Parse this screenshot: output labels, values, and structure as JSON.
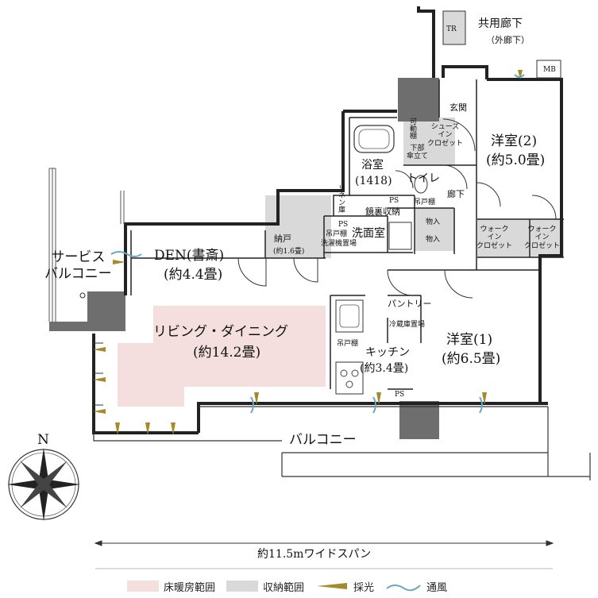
{
  "rooms": {
    "corridor": "共用廊下",
    "corridor_sub": "（外廊下）",
    "tr": "TR",
    "mb": "MB",
    "entrance": "玄関",
    "shoe_closet": "シューズ\nイン\nクロゼット",
    "movable_shelf": "可動棚",
    "lower_umbrella": "下部\n傘立て",
    "bath": "浴室",
    "bath_size": "(1418)",
    "toilet": "トイレ",
    "linen": "リネン庫",
    "ps": "PS",
    "mirror_storage": "鏡裏収納",
    "hanging_shelf": "吊戸棚",
    "washroom": "洗面室",
    "corridor_inner": "廊下",
    "storage_a": "物入",
    "storage_b": "物入",
    "western2": "洋室(2)",
    "western2_size": "(約5.0畳)",
    "walkin1": "ウォーク\nイン\nクロゼット",
    "walkin2": "ウォーク\nイン\nクロゼット",
    "den": "DEN(書斎)",
    "den_size": "(約4.4畳)",
    "closet": "納戸",
    "closet_size": "(約1.6畳)",
    "laundry_shelf": "吊戸棚",
    "laundry": "洗濯機置場",
    "service_balcony": "サービス\nバルコニー",
    "living": "リビング・ダイニング",
    "living_size": "(約14.2畳)",
    "pantry": "パントリー",
    "fridge": "冷蔵庫置場",
    "kitchen_shelf": "吊戸棚",
    "kitchen": "キッチン",
    "kitchen_size": "(約3.4畳)",
    "western1": "洋室(1)",
    "western1_size": "(約6.5畳)",
    "ps2": "PS",
    "balcony": "バルコニー"
  },
  "compass": "N",
  "width_caption": "約11.5mワイドスパン",
  "legend": {
    "floor_heating": "床暖房範囲",
    "storage": "収納範囲",
    "daylight": "採光",
    "ventilation": "通風"
  },
  "colors": {
    "floor_heating": "#f4dede",
    "storage": "#d9d9d9",
    "pillar": "#6e6e6e",
    "daylight": "#a48a2a",
    "ventilation": "#7fb3c4"
  }
}
